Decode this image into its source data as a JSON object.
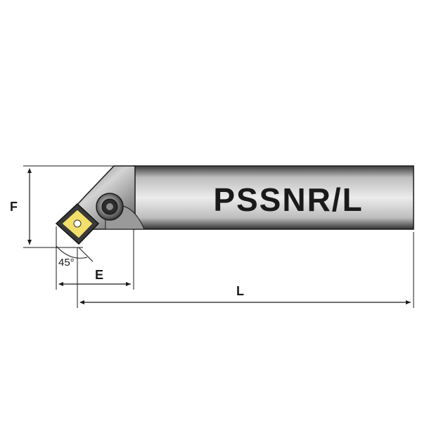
{
  "tool": {
    "model_label": "PSSNR/L",
    "angle_label": "45°"
  },
  "dimensions": {
    "height_label": "F",
    "offset_label": "E",
    "length_label": "L"
  },
  "colors": {
    "shank_dark": "#2c2c2c",
    "shank_light": "#e6e6e6",
    "insert_yellow": "#f2e06a",
    "line": "#1a1a1a"
  }
}
